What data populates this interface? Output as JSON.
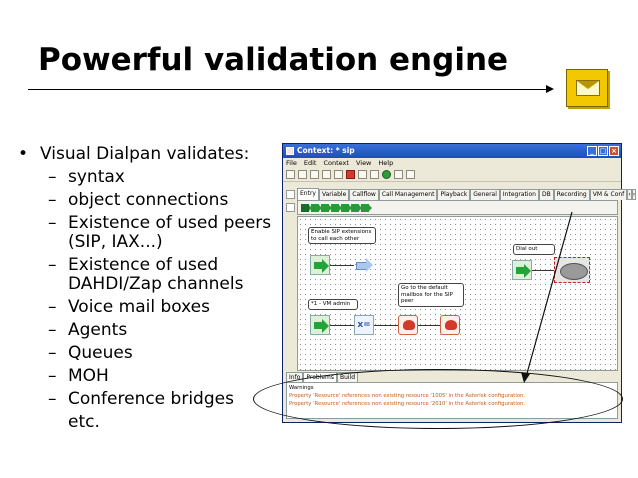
{
  "slide": {
    "title": "Powerful validation engine",
    "bullets": [
      {
        "level": 1,
        "marker": "•",
        "text": "Visual Dialpan validates:"
      },
      {
        "level": 2,
        "marker": "–",
        "text": "syntax"
      },
      {
        "level": 2,
        "marker": "–",
        "text": "object connections"
      },
      {
        "level": 2,
        "marker": "–",
        "text": "Existence of used peers"
      },
      {
        "level": 2,
        "marker": "",
        "text": "(SIP, IAX...)"
      },
      {
        "level": 2,
        "marker": "–",
        "text": "Existence of used"
      },
      {
        "level": 2,
        "marker": "",
        "text": "DAHDI/Zap channels"
      },
      {
        "level": 2,
        "marker": "–",
        "text": "Voice mail boxes"
      },
      {
        "level": 2,
        "marker": "–",
        "text": "Agents"
      },
      {
        "level": 2,
        "marker": "–",
        "text": "Queues"
      },
      {
        "level": 2,
        "marker": "–",
        "text": "MOH"
      },
      {
        "level": 2,
        "marker": "–",
        "text": "Conference bridges"
      },
      {
        "level": 2,
        "marker": "",
        "text": "etc."
      }
    ]
  },
  "window": {
    "title": "Context: * sip",
    "menu": [
      "File",
      "Edit",
      "Context",
      "View",
      "Help"
    ],
    "tabs": [
      "Entry",
      "Variable",
      "Callflow",
      "Call Management",
      "Playback",
      "General",
      "Integration",
      "DB",
      "Recording",
      "VM & Conf"
    ],
    "active_tab": "Entry",
    "notes": {
      "enable_sip": "Enable SIP extensions to call each other",
      "dial_out": "Dial out",
      "vm_admin": "*1 - VM admin",
      "default_mailbox": "Go to the default mailbox for the SIP peer"
    },
    "bottom_tabs": [
      "Info",
      "Problems",
      "Build"
    ],
    "active_bottom_tab": "Problems",
    "problems": {
      "heading": "Warnings",
      "items": [
        "Property 'Resource' references non existing resource '1005' in the Asterisk configuration.",
        "Property 'Resource' references non existing resource '2010' in the Asterisk configuration."
      ]
    }
  },
  "colors": {
    "warning_text": "#c05a18",
    "titlebar": "#1d4fb8",
    "logo": "#f3c800"
  },
  "icons": [
    "mail-logo-icon",
    "close-icon",
    "maximize-icon",
    "minimize-icon",
    "arrow-icon",
    "phone-icon"
  ]
}
